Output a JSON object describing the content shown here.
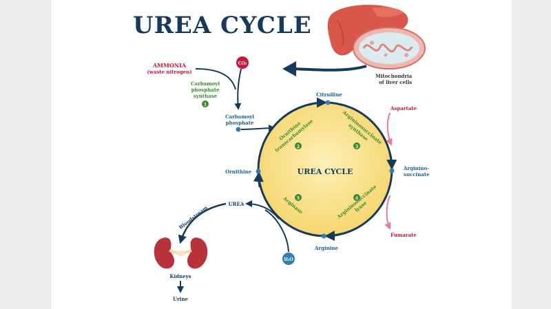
{
  "title": "UREA CYCLE",
  "center_label": "UREA CYCLE",
  "colors": {
    "navy": "#163a5c",
    "green": "#3b8a2e",
    "red_label": "#c8193c",
    "pink": "#e87a9e",
    "blue_node": "#2f7fb8",
    "cycle_fill": "#fbe79a",
    "liver": "#d9574a",
    "kidney": "#b8323a"
  },
  "labels": {
    "ammonia": "AMMONIA",
    "ammonia_sub": "(waste nitrogen)",
    "co2": "CO₂",
    "carbamoyl_synthase": [
      "Carbamoyl",
      "phosphate",
      "synthase"
    ],
    "carbamoyl_phosphate": [
      "Carbamoyl",
      "phosphate"
    ],
    "mito": [
      "Mitochondria",
      "of liver cells"
    ],
    "citrulline": "Citrulline",
    "aspartate": "Aspartate",
    "argininosuccinate": [
      "Arginino-",
      "succinate"
    ],
    "fumarate": "Fumarate",
    "arginine": "Arginine",
    "ornithine": "Ornithine",
    "urea": "UREA",
    "bloodstream": "Bloodstream",
    "kidneys": "Kidneys",
    "urine": "Urine",
    "h2o": "H₂O"
  },
  "enzymes": {
    "otc": [
      "Ornithine",
      "transcarbamylase"
    ],
    "ass": [
      "Argininosuccinate",
      "synthase"
    ],
    "asl": [
      "Argininosuccinate",
      "lyase"
    ],
    "arg": [
      "Arginase"
    ]
  },
  "steps": [
    "1",
    "2",
    "3",
    "4",
    "5"
  ]
}
